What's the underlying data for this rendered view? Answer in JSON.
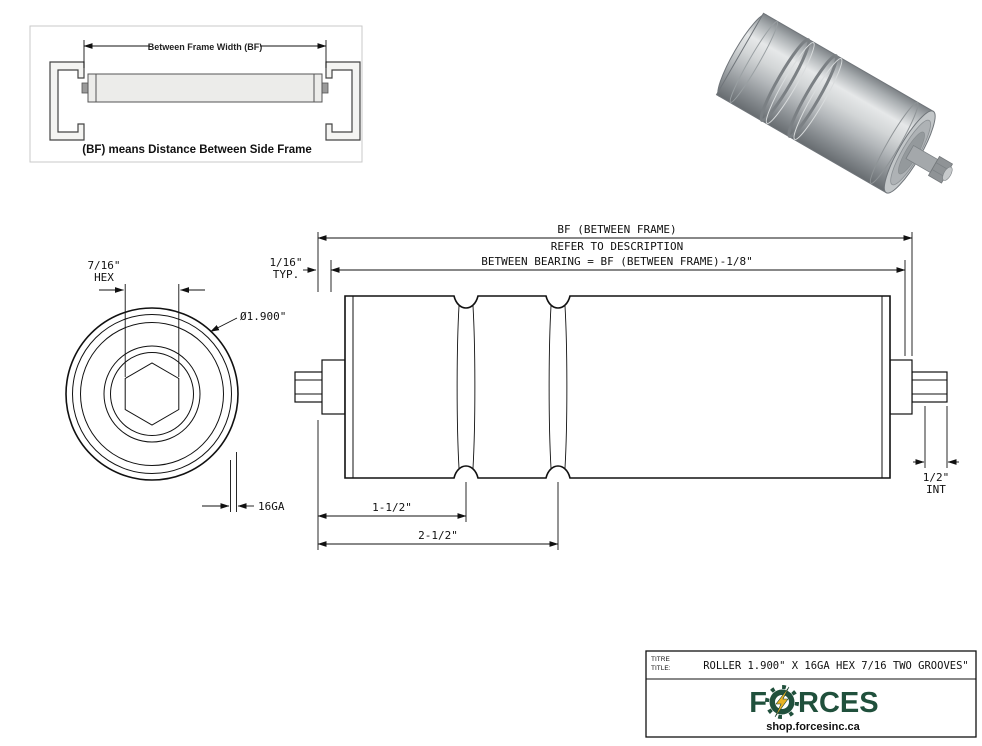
{
  "inset": {
    "dim_label": "Between Frame Width (BF)",
    "caption": "(BF) means Distance Between Side Frame"
  },
  "end_view": {
    "hex_size": "7/16\"",
    "hex_word": "HEX",
    "diameter": "Ø1.900\"",
    "gauge": "16GA"
  },
  "side_view": {
    "bf_label_line1": "BF (BETWEEN FRAME)",
    "bf_label_line2": "REFER TO DESCRIPTION",
    "between_bearing_label": "BETWEEN BEARING = BF (BETWEEN FRAME)-1/8\"",
    "typ_size": "1/16\"",
    "typ_word": "TYP.",
    "groove1_dim": "1-1/2\"",
    "groove2_dim": "2-1/2\"",
    "int_size": "1/2\"",
    "int_word": "INT"
  },
  "title_block": {
    "label_fr": "TITRE",
    "label_en": "TITLE:",
    "drawing_title": "ROLLER 1.900\" X 16GA HEX 7/16 TWO GROOVES\"",
    "brand_prefix": "F",
    "brand_suffix": "RCES",
    "logo_icon": "gear-with-lightning",
    "website": "shop.forcesinc.ca"
  },
  "colors": {
    "logo_green": "#20503c",
    "bolt_yellow": "#e9b424",
    "line_color": "#111111"
  }
}
